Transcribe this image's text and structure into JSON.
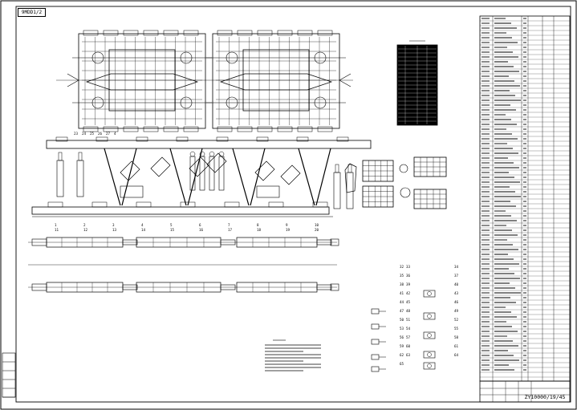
{
  "drawing": {
    "stamp_text": "9MDD1/2",
    "drawing_number": "ZY10000/19/45",
    "ink_color": "#000000",
    "paper_color": "#ffffff"
  },
  "callouts": {
    "top_view_left": [
      "23",
      "24",
      "25",
      "26",
      "27",
      "4"
    ],
    "support_assembly": [
      "1",
      "2",
      "3",
      "4",
      "5",
      "6",
      "7",
      "8",
      "9",
      "10",
      "11",
      "12",
      "13",
      "14",
      "15",
      "16",
      "17",
      "18",
      "19",
      "20"
    ],
    "hydraulic_groups": [
      "32",
      "33",
      "34",
      "35",
      "36",
      "37",
      "38",
      "39",
      "40",
      "41",
      "42",
      "43",
      "44",
      "45",
      "46",
      "47",
      "48",
      "49",
      "50",
      "51",
      "52",
      "53",
      "54",
      "55",
      "56",
      "57",
      "58",
      "59",
      "60",
      "61",
      "62",
      "63",
      "64",
      "65"
    ]
  }
}
